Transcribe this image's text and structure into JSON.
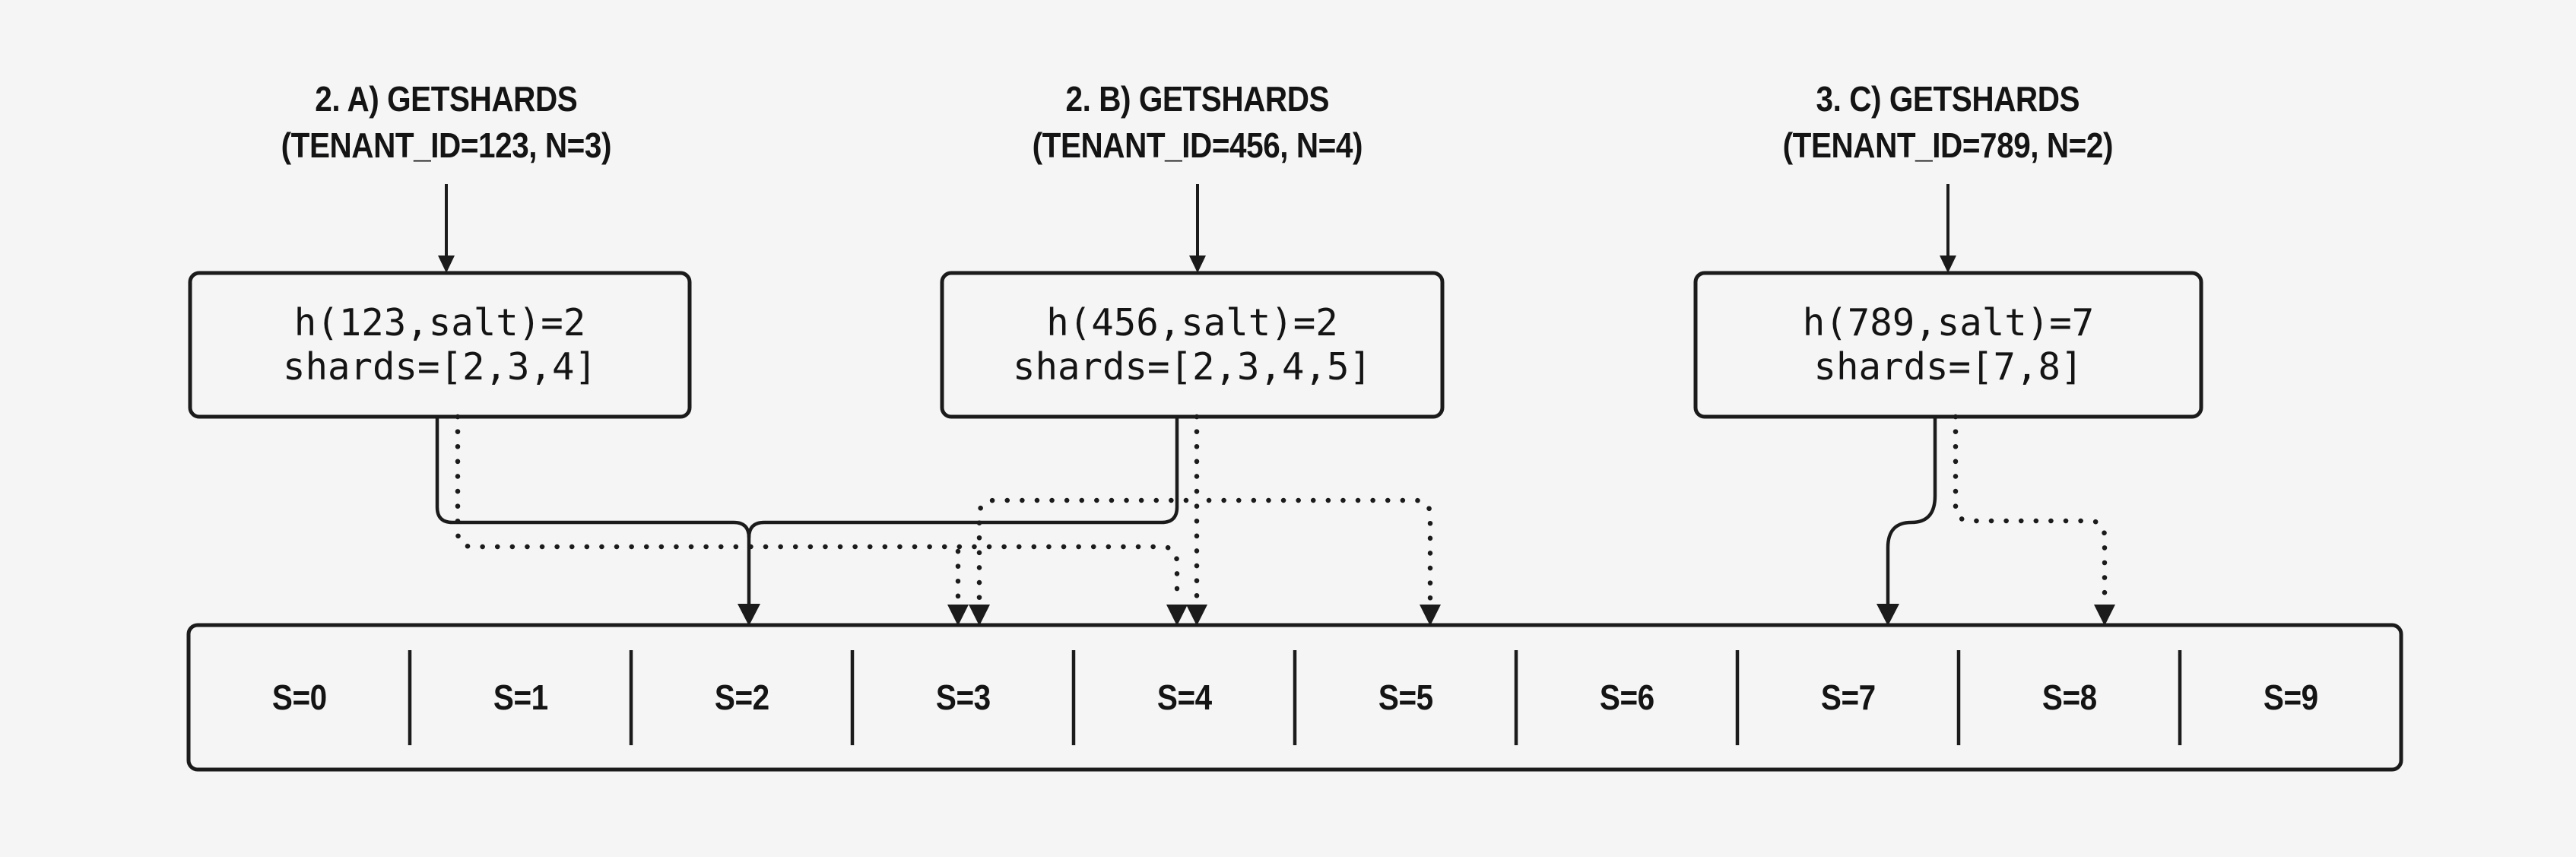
{
  "diagram": {
    "title_hint": "tenant-to-shard hashing diagram",
    "background_color": "#f5f5f6",
    "line_color": "#1b1b1b",
    "calls": [
      {
        "id": "A",
        "label_line1": "2. A) GETSHARDS",
        "label_line2": "(TENANT_ID=123, N=3)",
        "box_line1": "h(123,salt)=2",
        "box_line2": "shards=[2,3,4]",
        "primary_shard": "S=2",
        "extra_shards": [
          "S=3",
          "S=4"
        ]
      },
      {
        "id": "B",
        "label_line1": "2. B) GETSHARDS",
        "label_line2": "(TENANT_ID=456, N=4)",
        "box_line1": "h(456,salt)=2",
        "box_line2": "shards=[2,3,4,5]",
        "primary_shard": "S=2",
        "extra_shards": [
          "S=3",
          "S=4",
          "S=5"
        ]
      },
      {
        "id": "C",
        "label_line1": "3. C) GETSHARDS",
        "label_line2": "(TENANT_ID=789, N=2)",
        "box_line1": "h(789,salt)=7",
        "box_line2": "shards=[7,8]",
        "primary_shard": "S=7",
        "extra_shards": [
          "S=8"
        ]
      }
    ],
    "edges": [
      {
        "from": "A",
        "to": "S=2",
        "style": "solid"
      },
      {
        "from": "A",
        "to": "S=3",
        "style": "dotted"
      },
      {
        "from": "A",
        "to": "S=4",
        "style": "dotted"
      },
      {
        "from": "B",
        "to": "S=2",
        "style": "solid"
      },
      {
        "from": "B",
        "to": "S=3",
        "style": "dotted"
      },
      {
        "from": "B",
        "to": "S=4",
        "style": "dotted"
      },
      {
        "from": "B",
        "to": "S=5",
        "style": "dotted"
      },
      {
        "from": "C",
        "to": "S=7",
        "style": "solid"
      },
      {
        "from": "C",
        "to": "S=8",
        "style": "dotted"
      }
    ],
    "shard_cells": [
      "S=0",
      "S=1",
      "S=2",
      "S=3",
      "S=4",
      "S=5",
      "S=6",
      "S=7",
      "S=8",
      "S=9"
    ]
  }
}
